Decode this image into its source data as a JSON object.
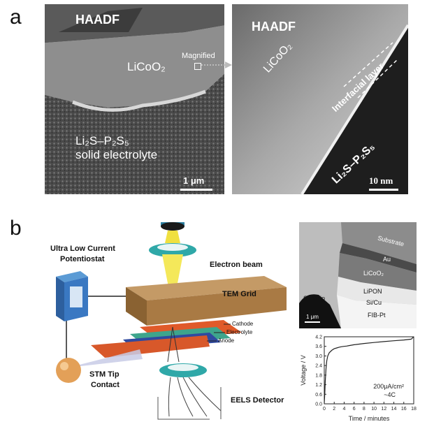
{
  "panel_a": {
    "letter": "a",
    "left_image": {
      "mode_label": "HAADF",
      "material_top": "LiCoO₂",
      "magnified_label": "Magnified",
      "electrolyte_line1": "Li₂S–P₂S₅",
      "electrolyte_line2": "solid electrolyte",
      "scale_bar": "1 μm"
    },
    "right_image": {
      "mode_label": "HAADF",
      "material_top": "LiCoO₂",
      "interface_label": "Interfacial layer",
      "material_bottom": "Li₂S–P₂S₅",
      "scale_bar": "10 nm"
    }
  },
  "panel_b": {
    "letter": "b",
    "potentiostat_line1": "Ultra Low Current",
    "potentiostat_line2": "Potentiostat",
    "electron_beam": "Electron beam",
    "tem_grid": "TEM Grid",
    "cathode": "Cathode",
    "electrolyte": "Electrolyte",
    "anode": "Anode",
    "stm_line1": "STM Tip",
    "stm_line2": "Contact",
    "eels": "EELS Detector",
    "tem_image": {
      "substrate": "Substrate",
      "au": "Au",
      "licoo2": "LiCoO₂",
      "lipon": "LiPON",
      "si_cu": "Si/Cu",
      "fib_pt": "FIB-Pt",
      "stm_tip": "STM tip",
      "scale_bar": "1 μm"
    }
  },
  "chart_data": {
    "type": "line",
    "xlabel": "Time / minutes",
    "ylabel": "Voltage / V",
    "xlim": [
      0,
      18
    ],
    "ylim": [
      0.0,
      4.2
    ],
    "xticks": [
      "0",
      "2",
      "4",
      "6",
      "8",
      "10",
      "12",
      "14",
      "16",
      "18"
    ],
    "yticks": [
      "0.0",
      "0.6",
      "1.2",
      "1.8",
      "2.4",
      "3.0",
      "3.6",
      "4.2"
    ],
    "annotation_line1": "200μA/cm²",
    "annotation_line2": "~4C",
    "series": [
      {
        "x": [
          0,
          0.1,
          0.2,
          0.35,
          0.5,
          0.7,
          1.0,
          1.5,
          2.0,
          2.5,
          3.0,
          3.5,
          4.0,
          4.5,
          5.0,
          6.0,
          8.0,
          10.0,
          12.0,
          14.0,
          16.0,
          17.5,
          18.0
        ],
        "y": [
          0.05,
          0.6,
          1.4,
          2.2,
          2.7,
          3.0,
          3.2,
          3.35,
          3.45,
          3.5,
          3.55,
          3.58,
          3.6,
          3.62,
          3.65,
          3.7,
          3.78,
          3.84,
          3.9,
          3.95,
          4.0,
          4.05,
          4.2
        ]
      }
    ],
    "grid": false
  }
}
